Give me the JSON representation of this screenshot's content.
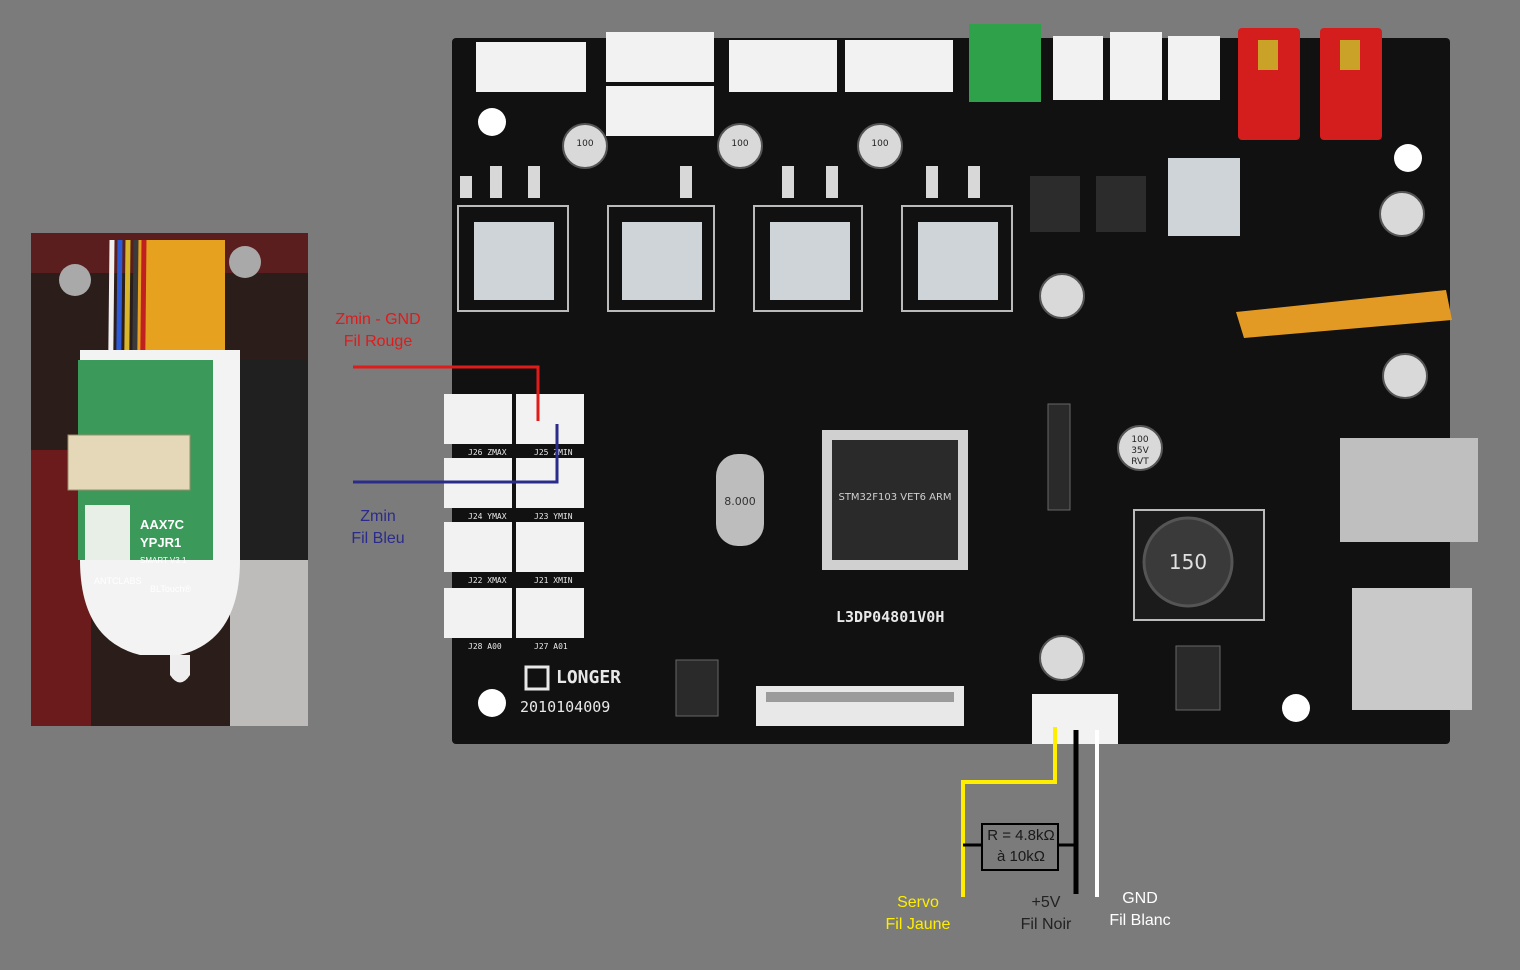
{
  "labels": {
    "zmin_gnd": "Zmin - GND",
    "fil_rouge": "Fil Rouge",
    "zmin": "Zmin",
    "fil_bleu": "Fil Bleu",
    "servo": "Servo",
    "fil_jaune": "Fil Jaune",
    "plus_5v": "+5V",
    "fil_noir": "Fil Noir",
    "gnd": "GND",
    "fil_blanc": "Fil Blanc",
    "resistor_line1": "R = 4.8kΩ",
    "resistor_line2": "à 10kΩ"
  },
  "board": {
    "model": "L3DP04801V0H",
    "brand": "LONGER",
    "serial": "2010104009",
    "mcu_text": "STM32F103 VET6 ARM",
    "crystal": "8.000",
    "inductor": "150",
    "cap_label_1": "100",
    "cap_label_2": "35V",
    "cap_label_3": "RVT",
    "connectors": [
      "J26 ZMAX",
      "J25 ZMIN",
      "J24 YMAX",
      "J23 YMIN",
      "J22 XMAX",
      "J21 XMIN",
      "J28 A00",
      "J27 A01"
    ]
  },
  "sensor": {
    "model_line1": "AAX7C",
    "model_line2": "YPJR1",
    "model_line3": "SMART V3.1",
    "brand": "ANTCLABS",
    "product": "BLTouch®"
  },
  "colors": {
    "background": "#7b7b7b",
    "red_wire": "#e11a1a",
    "blue_wire": "#2b2b8c",
    "yellow_wire": "#ffee00",
    "black_wire": "#000000",
    "white_wire": "#ffffff"
  }
}
